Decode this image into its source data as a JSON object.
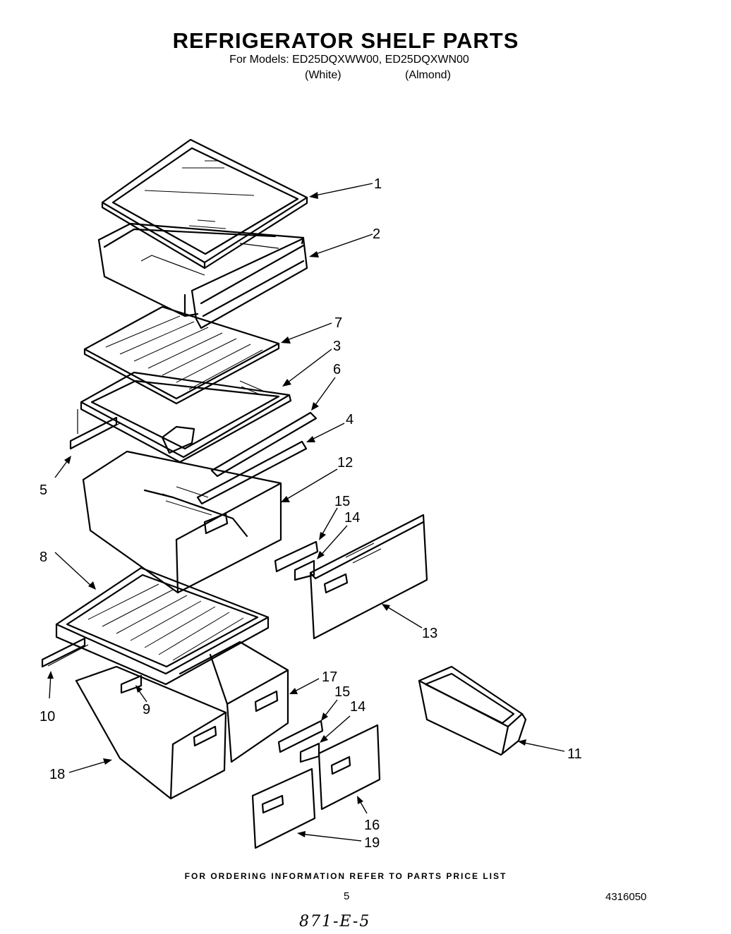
{
  "header": {
    "title": "REFRIGERATOR SHELF PARTS",
    "models_line": "For Models: ED25DQXWW00, ED25DQXWN00",
    "variant_white": "(White)",
    "variant_almond": "(Almond)"
  },
  "callouts": {
    "c1": "1",
    "c2": "2",
    "c3": "3",
    "c4": "4",
    "c5": "5",
    "c6": "6",
    "c7": "7",
    "c8": "8",
    "c9": "9",
    "c10": "10",
    "c11": "11",
    "c12": "12",
    "c13": "13",
    "c14a": "14",
    "c14b": "14",
    "c15a": "15",
    "c15b": "15",
    "c16": "16",
    "c17": "17",
    "c18": "18",
    "c19": "19"
  },
  "footer": {
    "ordering_note": "FOR ORDERING INFORMATION REFER TO PARTS PRICE LIST",
    "page_number": "5",
    "document_number": "4316050",
    "handwritten_note": "871-E-5"
  }
}
